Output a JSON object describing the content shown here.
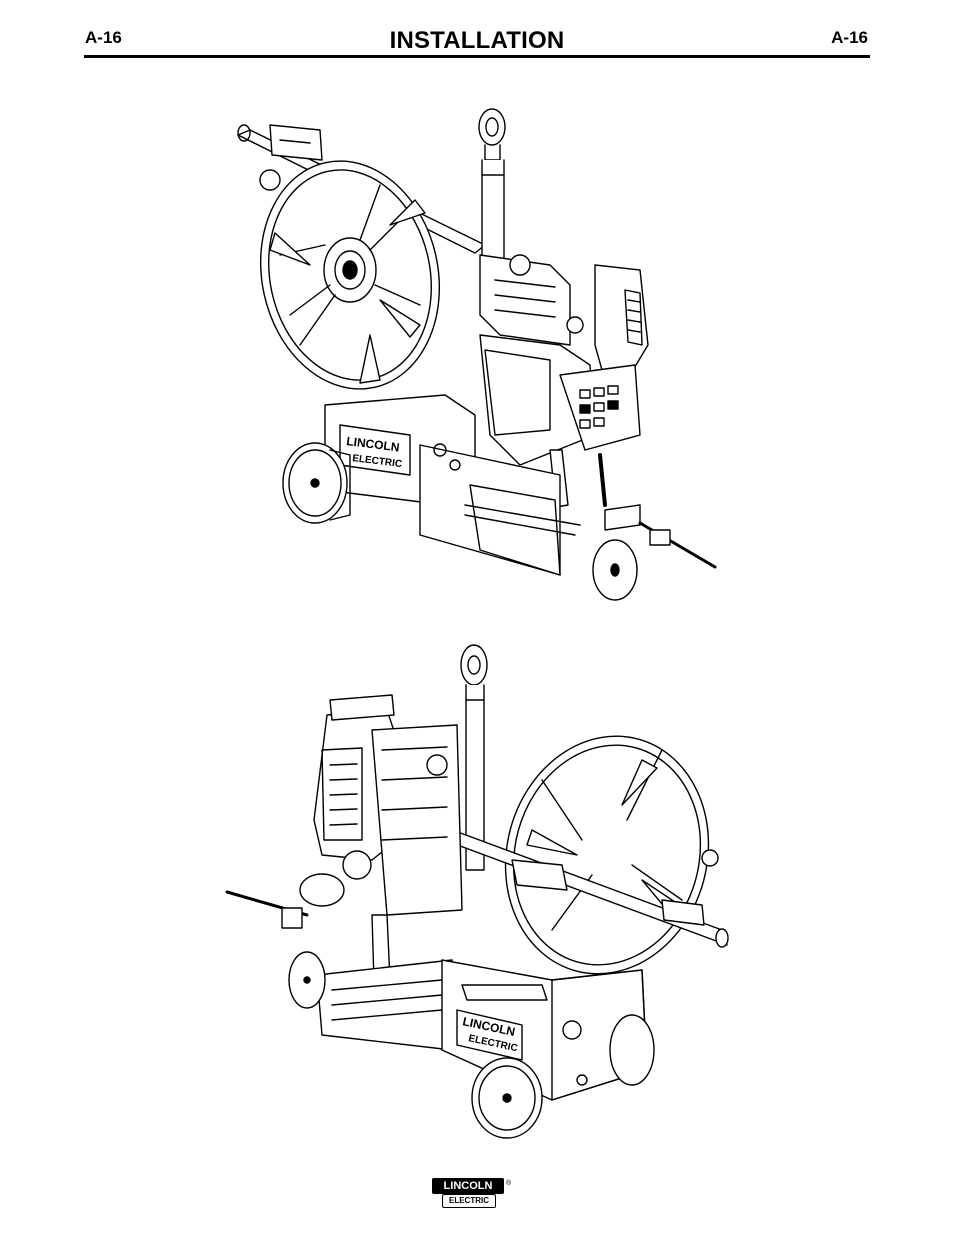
{
  "header": {
    "page_number_left": "A-16",
    "title": "INSTALLATION",
    "page_number_right": "A-16"
  },
  "illustrations": {
    "top_logo_line1": "LINCOLN",
    "top_logo_line2": "ELECTRIC",
    "bottom_logo_line1": "LINCOLN",
    "bottom_logo_line2": "ELECTRIC"
  },
  "footer": {
    "logo_line1": "LINCOLN",
    "logo_registered": "®",
    "logo_line2": "ELECTRIC"
  }
}
